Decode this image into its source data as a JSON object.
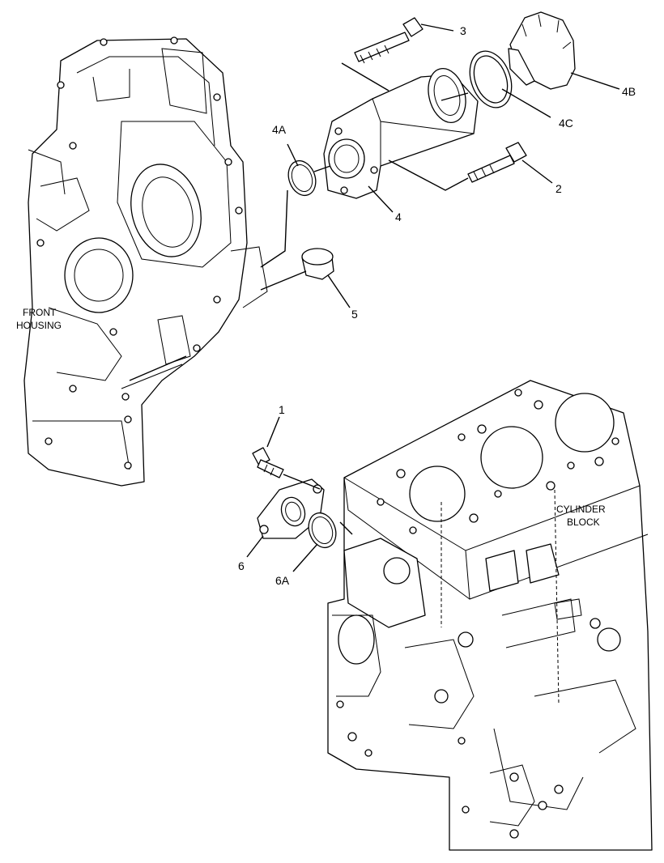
{
  "labels": {
    "front_housing": [
      "FRONT",
      "HOUSING"
    ],
    "cylinder_block": [
      "CYLINDER",
      "BLOCK"
    ]
  },
  "callouts": {
    "p1": "1",
    "p2": "2",
    "p3": "3",
    "p4": "4",
    "p4a": "4A",
    "p4b": "4B",
    "p4c": "4C",
    "p5": "5",
    "p6": "6",
    "p6a": "6A"
  }
}
